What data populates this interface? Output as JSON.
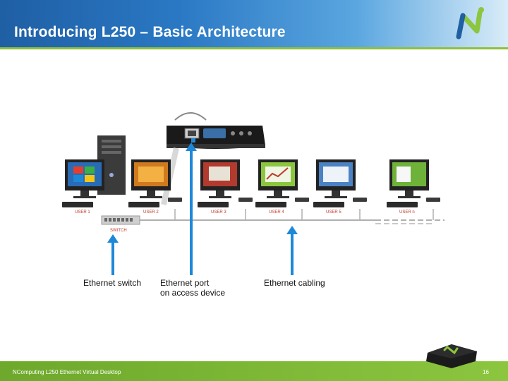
{
  "slide": {
    "title": "Introducing L250 – Basic Architecture",
    "footer": "NComputing L250 Ethernet Virtual Desktop",
    "page_number": "16"
  },
  "diagram": {
    "users": [
      "USER 1",
      "USER 2",
      "USER 3",
      "USER 4",
      "USER 5",
      "USER n"
    ],
    "switch_label": "SWITCH",
    "captions": {
      "switch": "Ethernet switch",
      "port": "Ethernet port\non access device",
      "cabling": "Ethernet cabling"
    }
  },
  "colors": {
    "title_bar": "#2a78c4",
    "accent_green": "#8cc63f",
    "arrow_blue": "#1e88d8",
    "label_red": "#c0392b"
  },
  "icons": [
    "ncomputing-logo-icon",
    "server-tower-icon",
    "access-device-icon",
    "monitor-icon",
    "keyboard-icon",
    "ethernet-switch-icon",
    "arrow-up-icon"
  ]
}
